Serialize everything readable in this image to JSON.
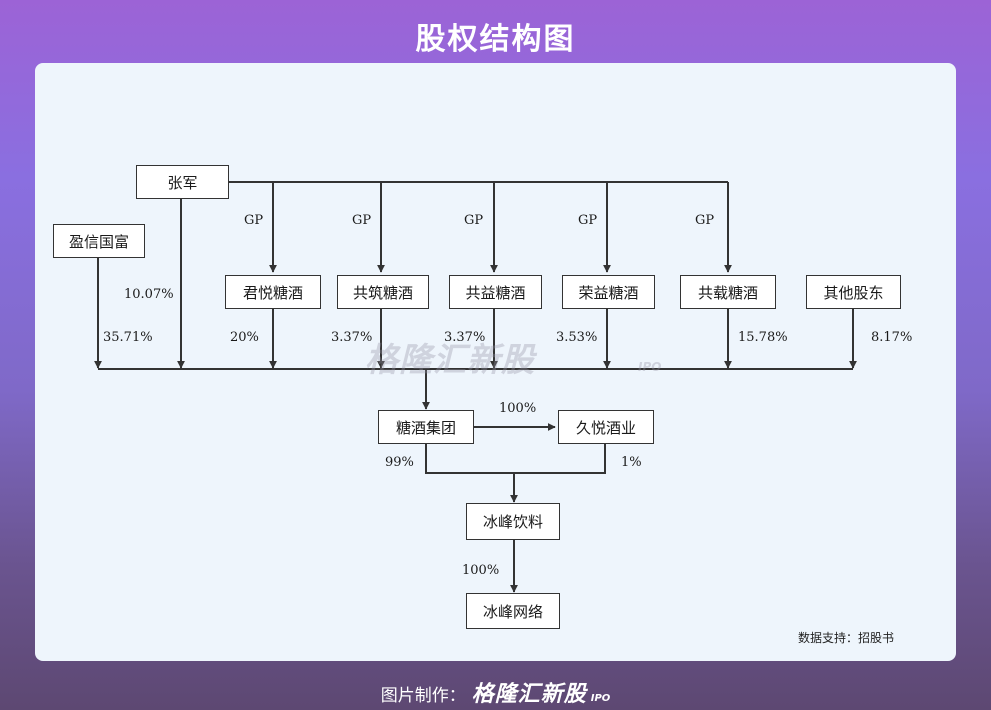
{
  "title": "股权结构图",
  "entities": {
    "zhangjun": "张军",
    "yingxin": "盈信国富",
    "junyue": "君悦糖酒",
    "gongzhu": "共筑糖酒",
    "gongyi": "共益糖酒",
    "rongyi": "荣益糖酒",
    "gongzai": "共载糖酒",
    "others": "其他股东",
    "group": "糖酒集团",
    "jiuyue": "久悦酒业",
    "binfeng": "冰峰饮料",
    "network": "冰峰网络"
  },
  "edge_labels": {
    "gp1": "GP",
    "gp2": "GP",
    "gp3": "GP",
    "gp4": "GP",
    "gp5": "GP",
    "zhangjun_pct": "10.07%",
    "yingxin_pct": "35.71%",
    "junyue_pct": "20%",
    "gongzhu_pct": "3.37%",
    "gongyi_pct": "3.37%",
    "rongyi_pct": "3.53%",
    "gongzai_pct": "15.78%",
    "others_pct": "8.17%",
    "group_jiuyue_pct": "100%",
    "group_binfeng_pct": "99%",
    "jiuyue_binfeng_pct": "1%",
    "binfeng_network_pct": "100%"
  },
  "watermark": {
    "text": "格隆汇新股",
    "sub": "IPO"
  },
  "source": "数据支持：招股书",
  "footer": {
    "label": "图片制作：",
    "brand": "格隆汇新股",
    "sub": "IPO"
  },
  "colors": {
    "line": "#333333",
    "panel": "#eef5fc"
  }
}
